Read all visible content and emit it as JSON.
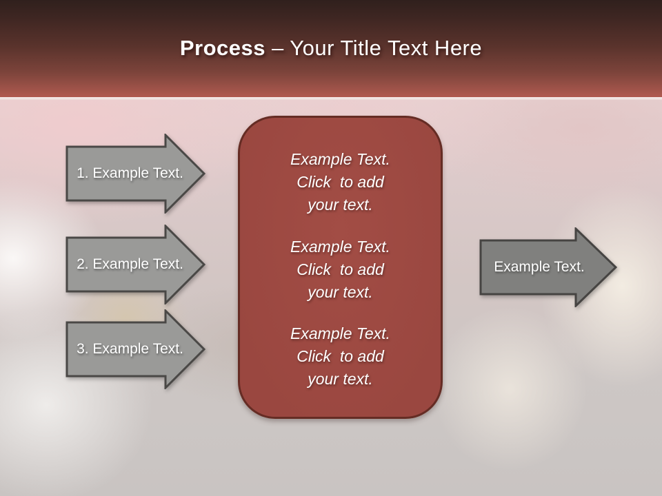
{
  "title": {
    "bold": "Process",
    "rest": "– Your Title Text Here"
  },
  "left_arrows": [
    {
      "label": "1. Example Text."
    },
    {
      "label": "2. Example Text."
    },
    {
      "label": "3. Example Text."
    }
  ],
  "right_arrow": {
    "label": "Example Text."
  },
  "center_panel": {
    "blocks": [
      {
        "text": "Example Text.\nClick  to add\nyour text."
      },
      {
        "text": "Example Text.\nClick  to add\nyour text."
      },
      {
        "text": "Example Text.\nClick  to add\nyour text."
      }
    ]
  },
  "colors": {
    "header_top": "#30201d",
    "header_bottom": "#b05a50",
    "header_divider": "#f7efee",
    "panel_fill": "#9c4942",
    "panel_border": "#652c24",
    "left_arrow_fill": "#9a9a98",
    "right_arrow_fill": "#80807e",
    "arrow_stroke": "#4a4846",
    "text": "#ffffff"
  }
}
